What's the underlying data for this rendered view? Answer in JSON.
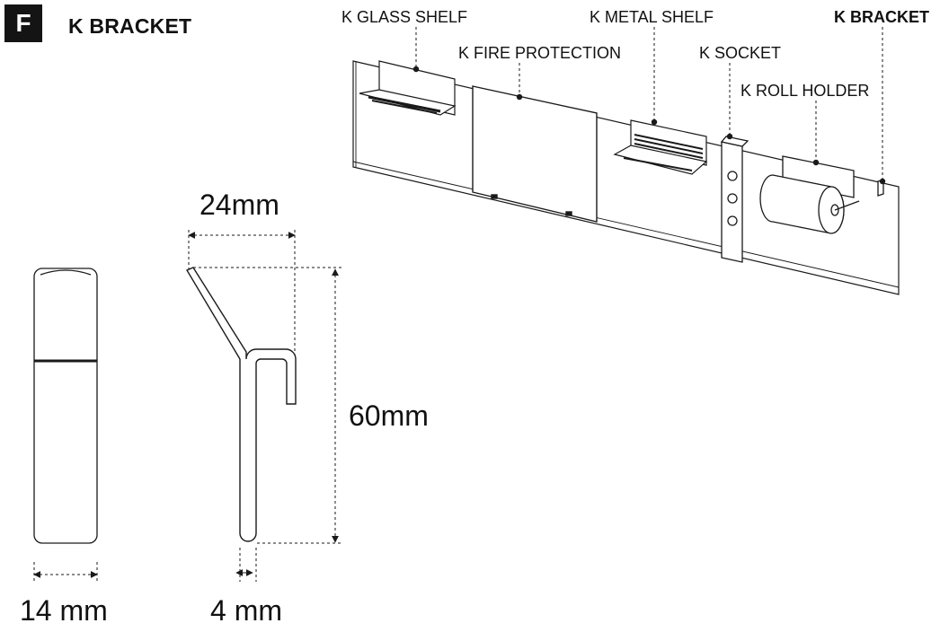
{
  "header": {
    "badge_letter": "F",
    "title": "K BRACKET"
  },
  "callouts": {
    "glass_shelf": "K GLASS SHELF",
    "fire_protection": "K FIRE PROTECTION",
    "metal_shelf": "K METAL SHELF",
    "socket": "K SOCKET",
    "roll_holder": "K ROLL HOLDER",
    "bracket": "K BRACKET"
  },
  "dimensions": {
    "hook_width": "24mm",
    "hook_height": "60mm",
    "side_width": "14 mm",
    "wire_thickness": "4 mm"
  },
  "colors": {
    "line": "#1a1a1a",
    "badge_bg": "#141414",
    "badge_text": "#ffffff"
  }
}
